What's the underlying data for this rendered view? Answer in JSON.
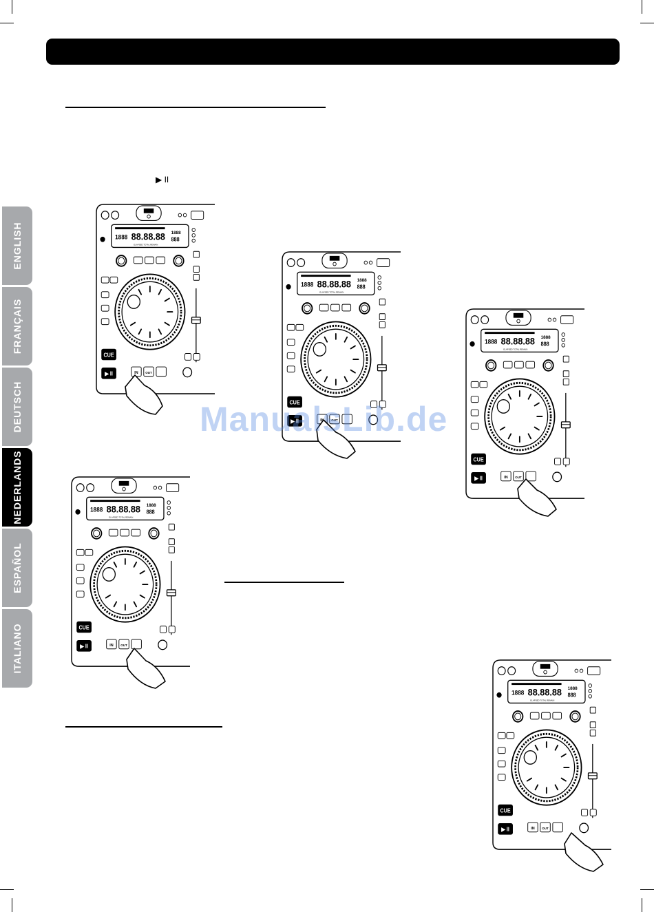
{
  "tabs": [
    {
      "label": "ENGLISH",
      "active": false
    },
    {
      "label": "FRANÇAIS",
      "active": false
    },
    {
      "label": "DEUTSCH",
      "active": false
    },
    {
      "label": "NEDERLANDS",
      "active": true
    },
    {
      "label": "ESPAÑOL",
      "active": false
    },
    {
      "label": "ITALIANO",
      "active": false
    }
  ],
  "play_pause_symbol": "▶ II",
  "watermark": "ManualsLib.de",
  "device": {
    "display_main": "88.88.88",
    "display_left": "1888",
    "display_right": "888",
    "display_top_right": "1888",
    "display_labels": "ELAPSED TOTAL REMAIN",
    "cue_label": "CUE",
    "play_label": "▶ II",
    "in_label": "IN",
    "out_label": "OUT"
  },
  "colors": {
    "tab_inactive": "#a7a9ac",
    "tab_active": "#000000",
    "watermark": "#5a8ce1"
  }
}
